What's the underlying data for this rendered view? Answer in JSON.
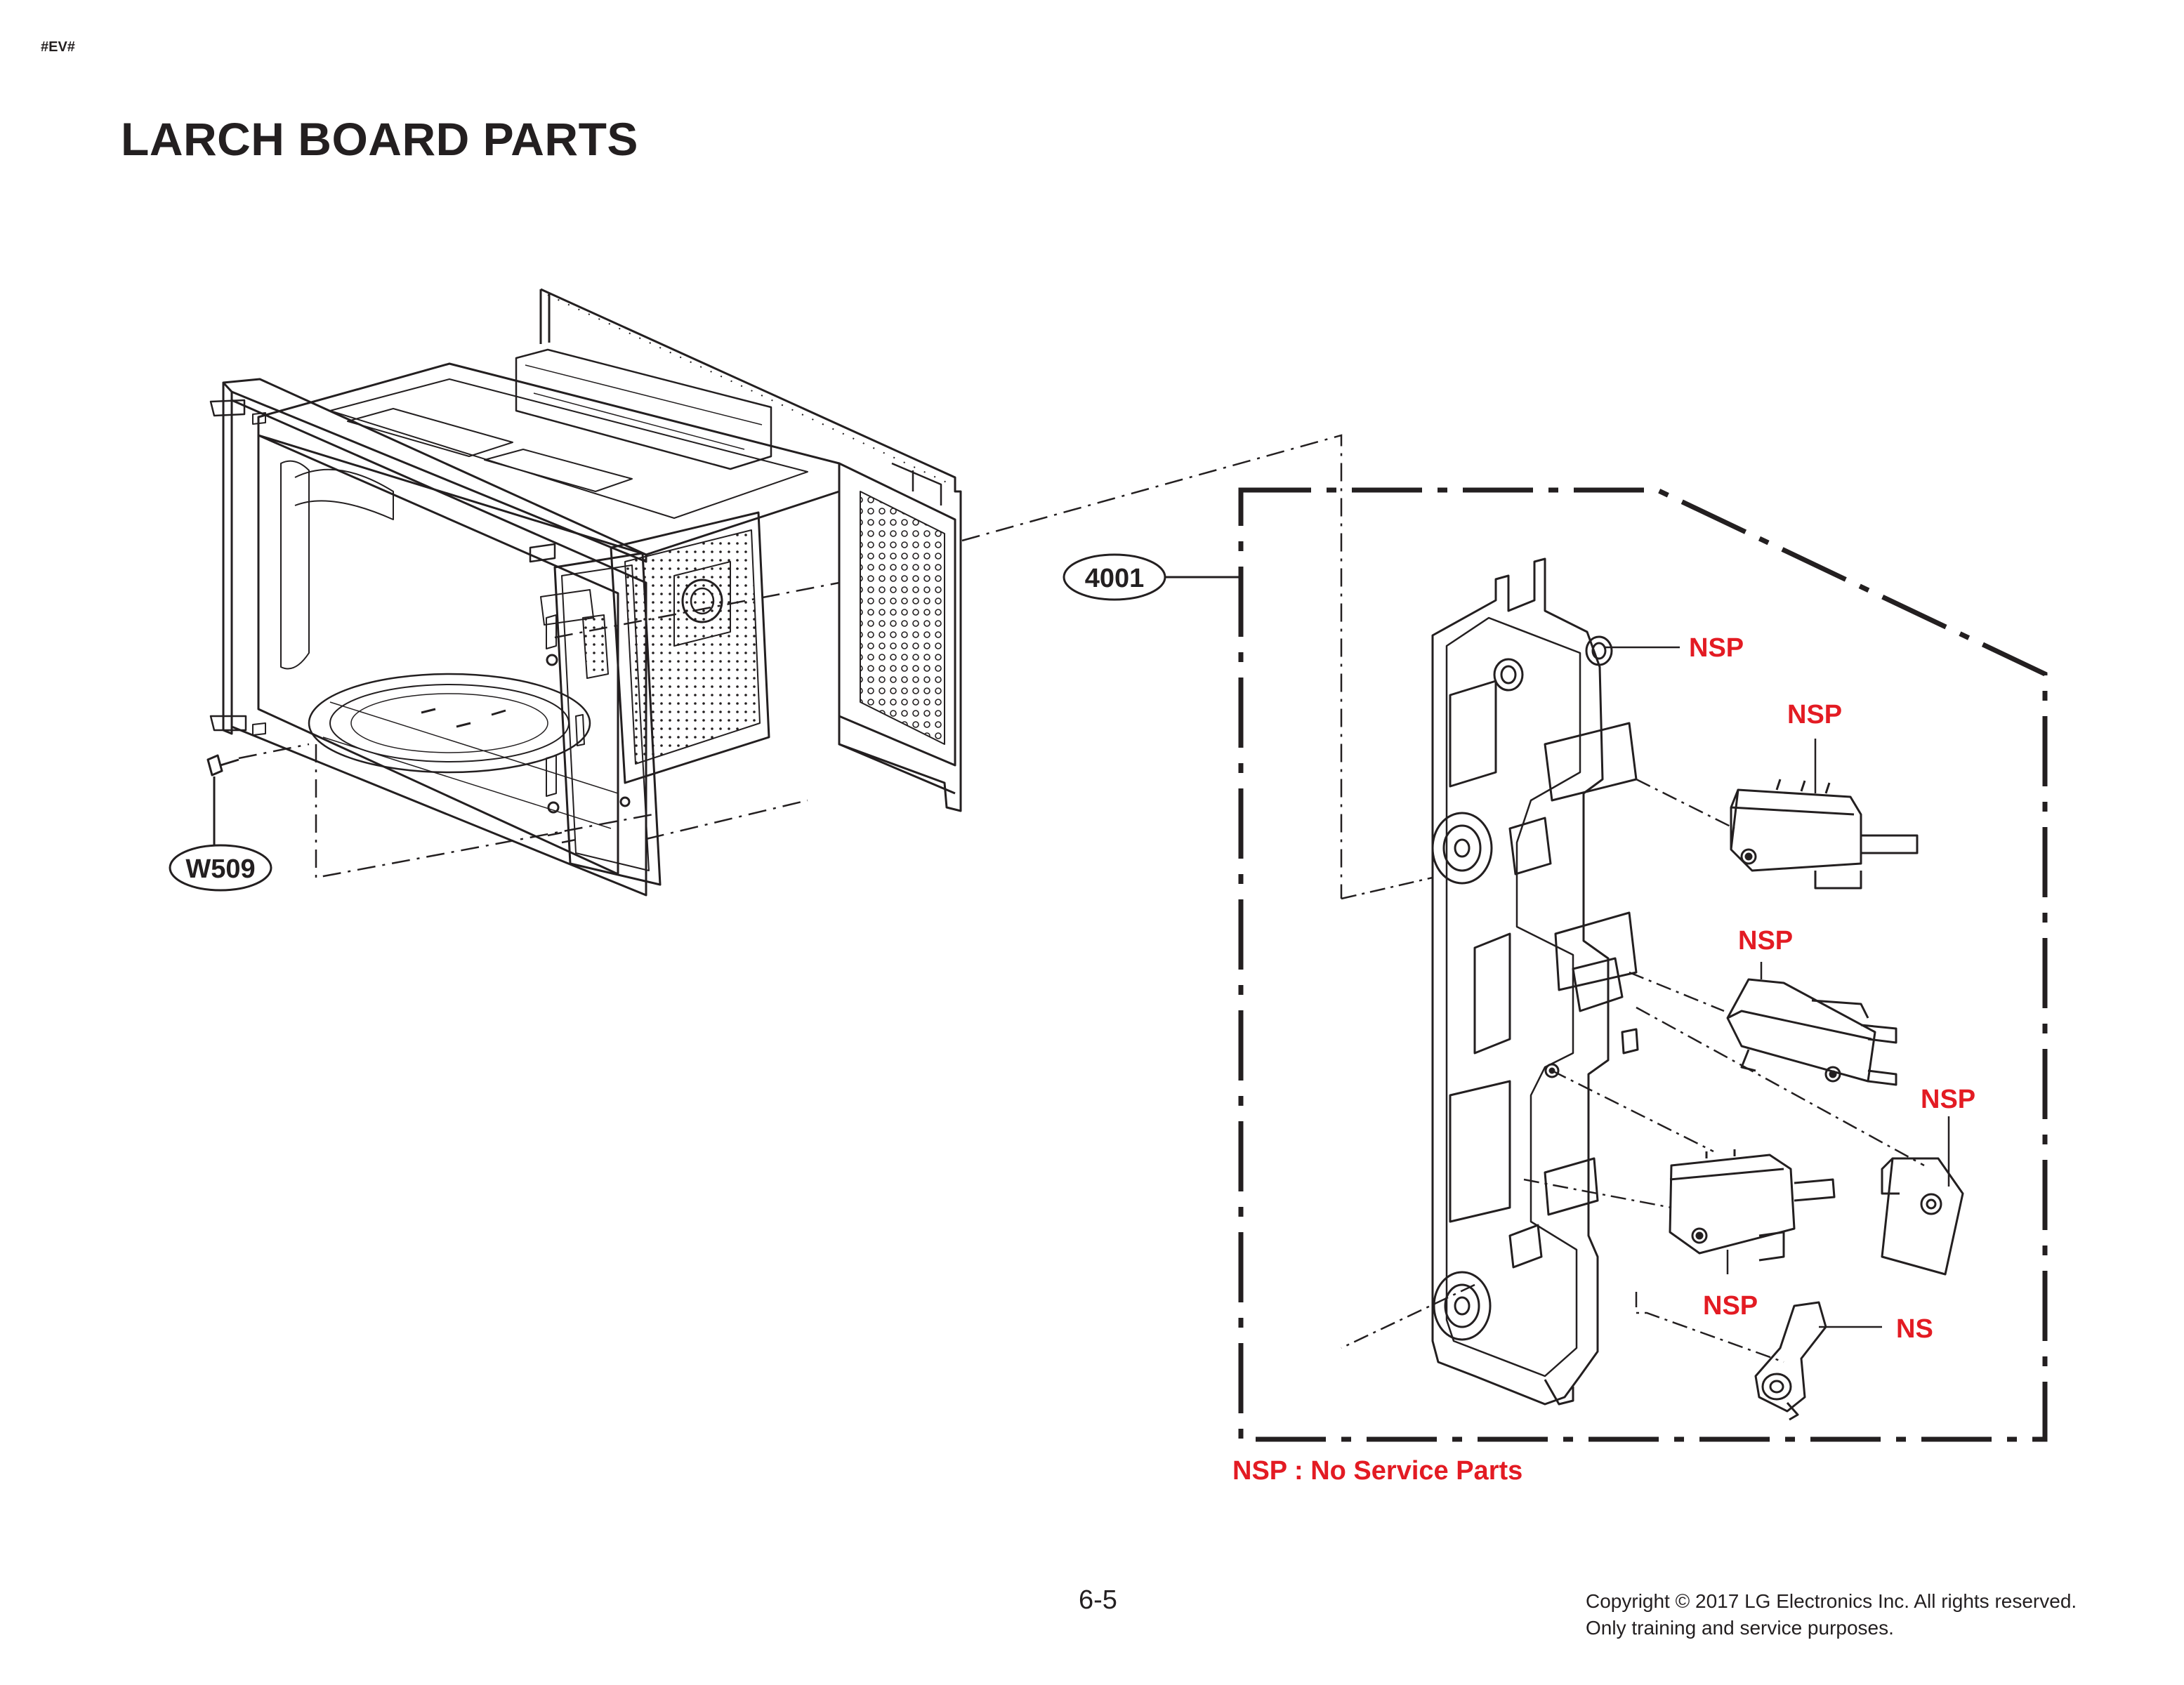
{
  "header": {
    "doc_code": "#EV#",
    "title": "LARCH BOARD PARTS"
  },
  "callouts": {
    "screw": "W509",
    "latch_assembly": "4001"
  },
  "nsp_labels": [
    "NSP",
    "NSP",
    "NSP",
    "NSP",
    "NSP"
  ],
  "ns_label": "NS",
  "legend": "NSP : No Service Parts",
  "footer": {
    "page_number": "6-5",
    "copyright_line1": "Copyright © 2017 LG Electronics Inc. All rights reserved.",
    "copyright_line2": "Only training and service purposes."
  },
  "colors": {
    "ink": "#231f20",
    "nsp_red": "#e31b23"
  }
}
